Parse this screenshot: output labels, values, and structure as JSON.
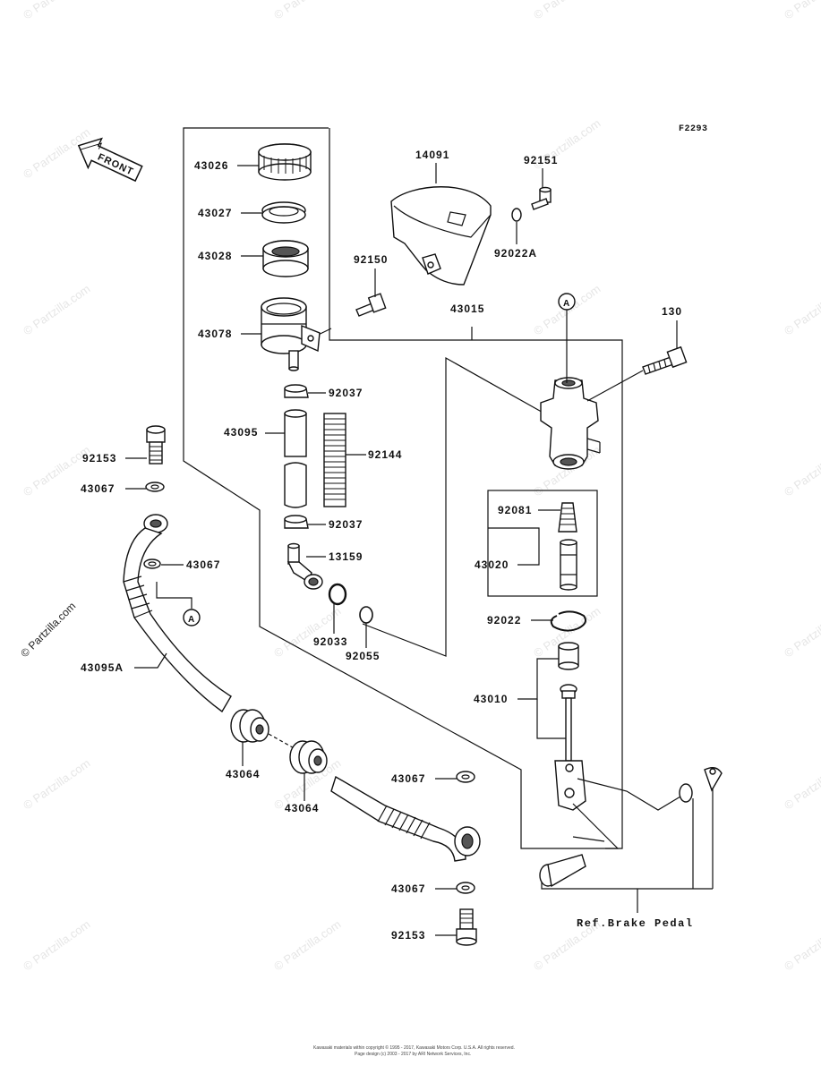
{
  "figure_code": "F2293",
  "front_label": "FRONT",
  "ref_label_text": "A",
  "ref_note": "Ref.Brake Pedal",
  "watermark": "© Partzilla.com",
  "footer_line1": "Kawasaki materials within copyright © 1995 - 2017, Kawasaki Motors Corp. U.S.A. All rights reserved.",
  "footer_line2": "Page design (c) 2003 - 2017 by ARI Network Services, Inc.",
  "parts": {
    "p43026": "43026",
    "p43027": "43027",
    "p43028": "43028",
    "p43078": "43078",
    "p14091": "14091",
    "p92151": "92151",
    "p92022A": "92022A",
    "p92150": "92150",
    "p43015": "43015",
    "p130": "130",
    "p92037a": "92037",
    "p43095": "43095",
    "p92144": "92144",
    "p92037b": "92037",
    "p13159": "13159",
    "p92033": "92033",
    "p92055": "92055",
    "p92153a": "92153",
    "p43067a": "43067",
    "p43067b": "43067",
    "p43095A": "43095A",
    "p43064a": "43064",
    "p43064b": "43064",
    "p43067c": "43067",
    "p43067d": "43067",
    "p92153b": "92153",
    "p92081": "92081",
    "p43020": "43020",
    "p92022": "92022",
    "p43010": "43010"
  },
  "colors": {
    "line": "#111111",
    "watermark": "#e6e6e6",
    "background": "#ffffff"
  }
}
